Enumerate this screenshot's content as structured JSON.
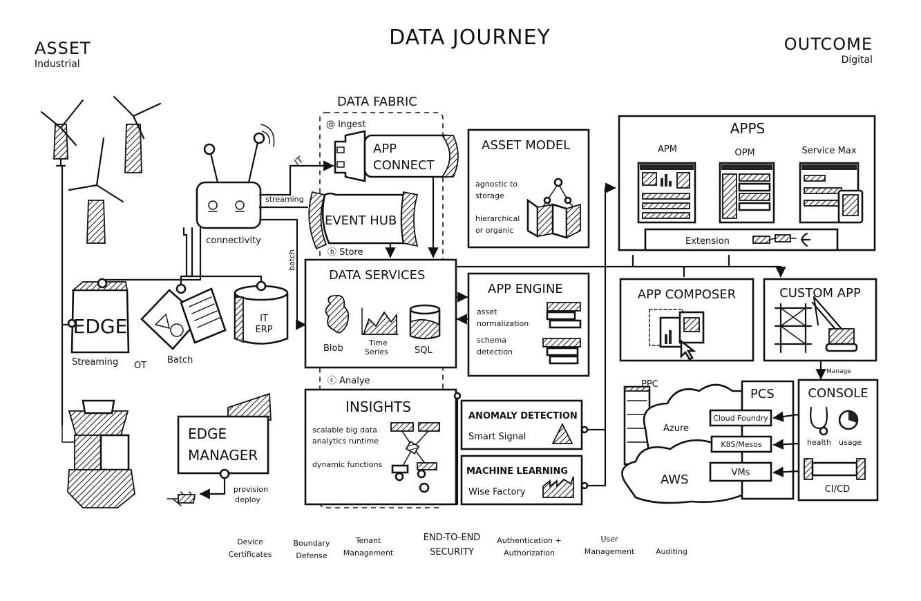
{
  "title": "DATA JOURNEY",
  "asset": {
    "title": "ASSET",
    "subtitle": "Industrial"
  },
  "outcome": {
    "title": "OUTCOME",
    "subtitle": "Digital"
  },
  "connectivity": {
    "label": "connectivity",
    "it": "IT",
    "streaming": "streaming",
    "batch": "batch"
  },
  "sources": {
    "edge": "EDGE",
    "streaming": "Streaming",
    "ot": "OT",
    "batch": "Batch",
    "it_erp_1": "IT",
    "it_erp_2": "ERP"
  },
  "edge_manager": {
    "line1": "EDGE",
    "line2": "MANAGER",
    "note1": "provision",
    "note2": "deploy"
  },
  "data_fabric": {
    "title": "DATA FABRIC",
    "ingest": "@ Ingest",
    "store": "ⓑ Store",
    "analyze": "ⓒ Analye",
    "app_connect_1": "APP",
    "app_connect_2": "CONNECT",
    "event_hub": "EVENT HUB"
  },
  "data_services": {
    "title": "DATA SERVICES",
    "blob": "Blob",
    "time1": "Time",
    "time2": "Series",
    "sql": "SQL"
  },
  "insights": {
    "title": "INSIGHTS",
    "line1": "scalable big data",
    "line2": "analytics runtime",
    "line3": "dynamic functions"
  },
  "asset_model": {
    "title": "ASSET MODEL",
    "a1": "agnostic to",
    "a2": "storage",
    "h1": "hierarchical",
    "h2": "or organic"
  },
  "app_engine": {
    "title": "APP ENGINE",
    "l1": "asset",
    "l2": "normalization",
    "l3": "schema",
    "l4": "detection"
  },
  "anomaly": {
    "title": "ANOMALY DETECTION",
    "sub": "Smart Signal"
  },
  "ml": {
    "title": "MACHINE LEARNING",
    "sub": "Wise Factory"
  },
  "apps": {
    "title": "APPS",
    "apm": "APM",
    "opm": "OPM",
    "service_max": "Service Max",
    "extension": "Extension"
  },
  "app_composer": {
    "title": "APP COMPOSER"
  },
  "custom_app": {
    "title": "CUSTOM APP",
    "manage": "Manage"
  },
  "cloud": {
    "ppc": "PPC",
    "pcs": "PCS",
    "azure": "Azure",
    "aws": "AWS",
    "cloud_foundry": "Cloud Foundry",
    "k8s": "K8S/Mesos",
    "vms": "VMs"
  },
  "console": {
    "title": "CONSOLE",
    "health": "health",
    "usage": "usage",
    "cicd": "CI/CD"
  },
  "security": {
    "items": [
      [
        "Device",
        "Certificates"
      ],
      [
        "Boundary",
        "Defense"
      ],
      [
        "Tenant",
        "Management"
      ],
      [
        "END-TO-END",
        "SECURITY"
      ],
      [
        "Authentication +",
        "Authorization"
      ],
      [
        "User",
        "Management"
      ],
      [
        "Auditing",
        ""
      ]
    ]
  }
}
